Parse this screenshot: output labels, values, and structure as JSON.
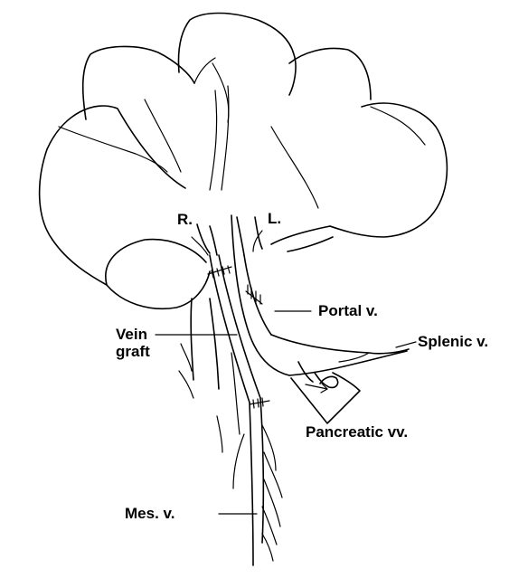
{
  "labels": {
    "right_lobe": "R.",
    "left_lobe": "L.",
    "portal_vein": "Portal v.",
    "vein_graft_line1": "Vein",
    "vein_graft_line2": "graft",
    "splenic_vein": "Splenic v.",
    "pancreatic_veins": "Pancreatic vv.",
    "mesenteric_vein": "Mes. v."
  }
}
